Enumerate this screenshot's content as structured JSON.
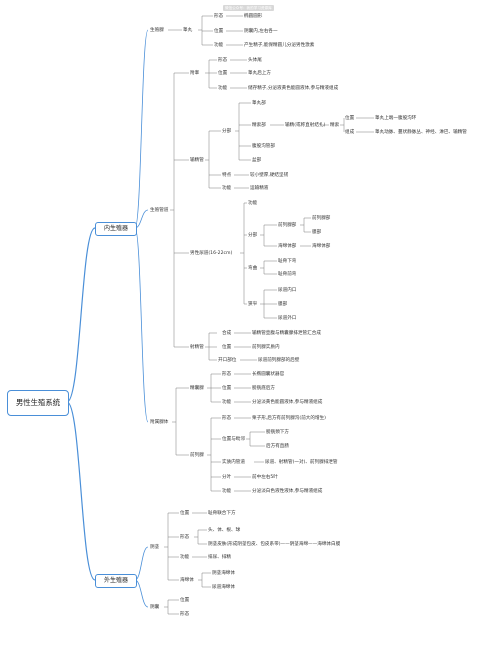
{
  "watermark": "微信公众号：我的学习资源库",
  "root": "男性生殖系统",
  "internal": "内生殖器",
  "external": "外生殖器",
  "testis": {
    "title": "生殖腺",
    "testis": "睾丸",
    "shape": "形态",
    "shape_v": "椭圆圆形",
    "position": "位置",
    "position_v": "阴囊内,左右各一",
    "function": "功能",
    "function_v": "产生精子,能保精圆儿分泌男性激素"
  },
  "ducts": {
    "title": "生殖管道",
    "epididymis": "附睾",
    "ep_shape": "形态",
    "ep_shape_v": "头体尾",
    "ep_pos": "位置",
    "ep_pos_v": "睾丸后上方",
    "ep_func": "功能",
    "ep_func_v": "储存精子,分泌液黄色能圆液体,参与精液组成",
    "vas": "输精管",
    "vas_parts": "分部",
    "p1": "睾丸部",
    "p2": "精索部",
    "p2_note": "输精(或称直射结扎)",
    "p3": "腹股沟管部",
    "p4": "盆部",
    "cord": "精索",
    "cord_pos": "位置",
    "cord_pos_v": "睾丸上端一腹股沟环",
    "cord_comp": "组成",
    "cord_comp_v": "睾丸动脉、蔓状静脉丛、神经、淋巴、输精管",
    "vas_feat": "特点",
    "vas_feat_v": "较小壁厚,硬结坚韧",
    "vas_func": "功能",
    "vas_func_v": "运输精液",
    "urethra": "男性尿道(16-22cm)",
    "u_func": "功能",
    "u_parts": "分部",
    "pros": "前列腺部",
    "pros1": "前列腺部",
    "memb": "膜部",
    "spong": "海绵体部",
    "curves": "弯曲",
    "c1": "耻骨下弯",
    "c2": "耻骨前弯",
    "narrow": "狭窄",
    "n1": "尿道内口",
    "n2": "膜部",
    "n3": "尿道外口",
    "ejac": "射精管",
    "e_comp": "合成",
    "e_comp_v": "输精管壶腹与精囊腺排泄管汇合成",
    "e_pos": "位置",
    "e_pos_v": "前列腺实质内",
    "e_open": "开口部位",
    "e_open_v": "尿道前列腺部的后壁"
  },
  "glands": {
    "title": "附属腺体",
    "seminal": "精囊腺",
    "s_shape": "形态",
    "s_shape_v": "长椭圆囊状器官",
    "s_pos": "位置",
    "s_pos_v": "膀胱底后方",
    "s_func": "功能",
    "s_func_v": "分泌淡黄色能圆液体,参与精液组成",
    "prostate": "前列腺",
    "pr_shape": "形态",
    "pr_shape_v": "栗子形,后方有前列腺沟(前大的增生)",
    "pr_rel": "位置与毗邻",
    "pr_rel1": "膀胱颈下方",
    "pr_rel2": "后方有直肠",
    "pr_dev": "实质内管道",
    "pr_dev_v": "尿道、射精管(一对)、前列腺排泄管",
    "pr_lobes": "分叶",
    "pr_lobes_v": "前中左右5叶",
    "pr_func": "功能",
    "pr_func_v": "分泌淡白色液性液体,参与精液组成"
  },
  "penis_scrotum": {
    "penis": "阴茎",
    "pe_pos": "位置",
    "pe_pos_v": "耻骨联合下方",
    "pe_shape": "形态",
    "pe_shape_v": "头、体、根、球",
    "pe_shape_v2": "阴茎皮肤(形成阴茎包皮、包皮系带)——阴茎海绵——海绵体白膜",
    "pe_func": "功能",
    "pe_func_v": "排尿、排精",
    "pe_sponge": "海绵体",
    "ps1": "阴茎海绵体",
    "ps2": "尿道海绵体",
    "scrotum": "阴囊",
    "sc_pos": "位置",
    "sc_shape": "形态"
  }
}
